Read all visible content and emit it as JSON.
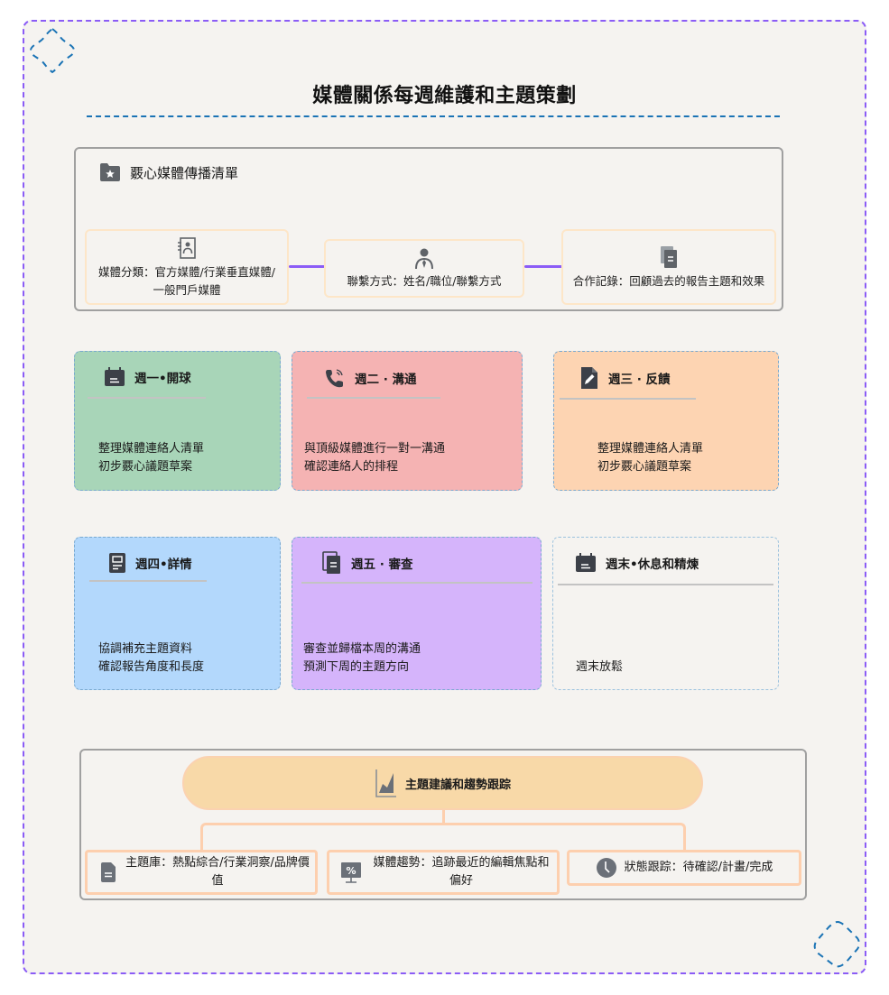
{
  "title": "媒體關係每週維護和主題策劃",
  "core_list": {
    "heading": "覈心媒體傳播清單",
    "heading_icon": "folder-star-icon",
    "nodes": [
      {
        "icon": "contact-book-icon",
        "text": "媒體分類：官方媒體/行業垂直媒體/一般門戶媒體"
      },
      {
        "icon": "person-tie-icon",
        "text": "聯繫方式：姓名/職位/聯繫方式"
      },
      {
        "icon": "documents-icon",
        "text": "合作記錄：回顧過去的報告主題和效果"
      }
    ]
  },
  "weeks": [
    {
      "title": "週一•開球",
      "icon": "calendar-icon",
      "color": "#a8d5b8",
      "lines": [
        "整理媒體連絡人清單",
        "初步覈心議題草案"
      ]
    },
    {
      "title": "週二 · 溝通",
      "icon": "phone-icon",
      "color": "#f5b3b3",
      "lines": [
        "與頂級媒體進行一對一溝通",
        "確認連絡人的排程"
      ]
    },
    {
      "title": "週三 · 反饋",
      "icon": "edit-file-icon",
      "color": "#fdd4b2",
      "lines": [
        "整理媒體連絡人清單",
        "初步覈心議題草案"
      ]
    },
    {
      "title": "週四•詳情",
      "icon": "document-icon",
      "color": "#b3d8fc",
      "lines": [
        "協調補充主題資料",
        "確認報告角度和長度"
      ]
    },
    {
      "title": "週五 · 審查",
      "icon": "documents-icon",
      "color": "#d5b4fb",
      "lines": [
        "審查並歸檔本周的溝通",
        "預測下周的主題方向"
      ]
    },
    {
      "title": "週末•休息和精煉",
      "icon": "calendar-icon",
      "color": "#f5f3f0",
      "lines": [
        "週末放鬆"
      ]
    }
  ],
  "tracking": {
    "heading": "主題建議和趨勢跟踪",
    "heading_icon": "area-chart-icon",
    "leaves": [
      {
        "icon": "file-icon",
        "text": "主題庫：熱點綜合/行業洞察/品牌價值"
      },
      {
        "icon": "percent-monitor-icon",
        "text": "媒體趨勢：追跡最近的編輯焦點和偏好"
      },
      {
        "icon": "clock-icon",
        "text": "狀態跟踪：待確認/計畫/完成"
      }
    ]
  },
  "colors": {
    "border_accent": "#8b5cf6",
    "rule": "#1a73b5",
    "icon": "#3c4048",
    "node_border": "#fde6c8",
    "tracking_line": "#fdcfae",
    "pill": "#f8d9a8"
  }
}
